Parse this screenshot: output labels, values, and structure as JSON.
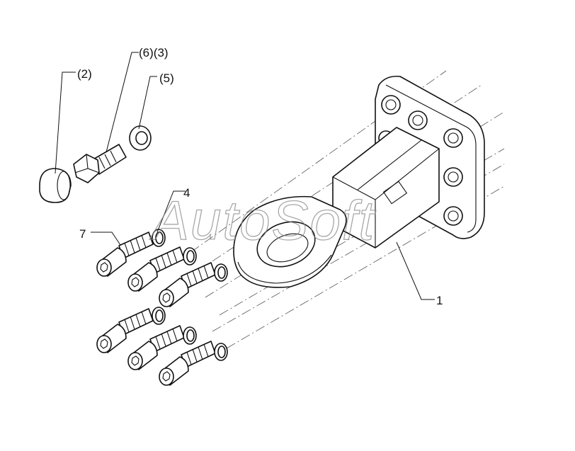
{
  "labels": {
    "cap": "(2)",
    "bolt_nut": "(6)(3)",
    "washer_small": "(5)",
    "washer": "4",
    "screw": "7",
    "housing": "1"
  },
  "watermark": "AutoSoft",
  "colors": {
    "line": "#111111",
    "watermark": "#8a8a8a",
    "background": "#ffffff"
  }
}
